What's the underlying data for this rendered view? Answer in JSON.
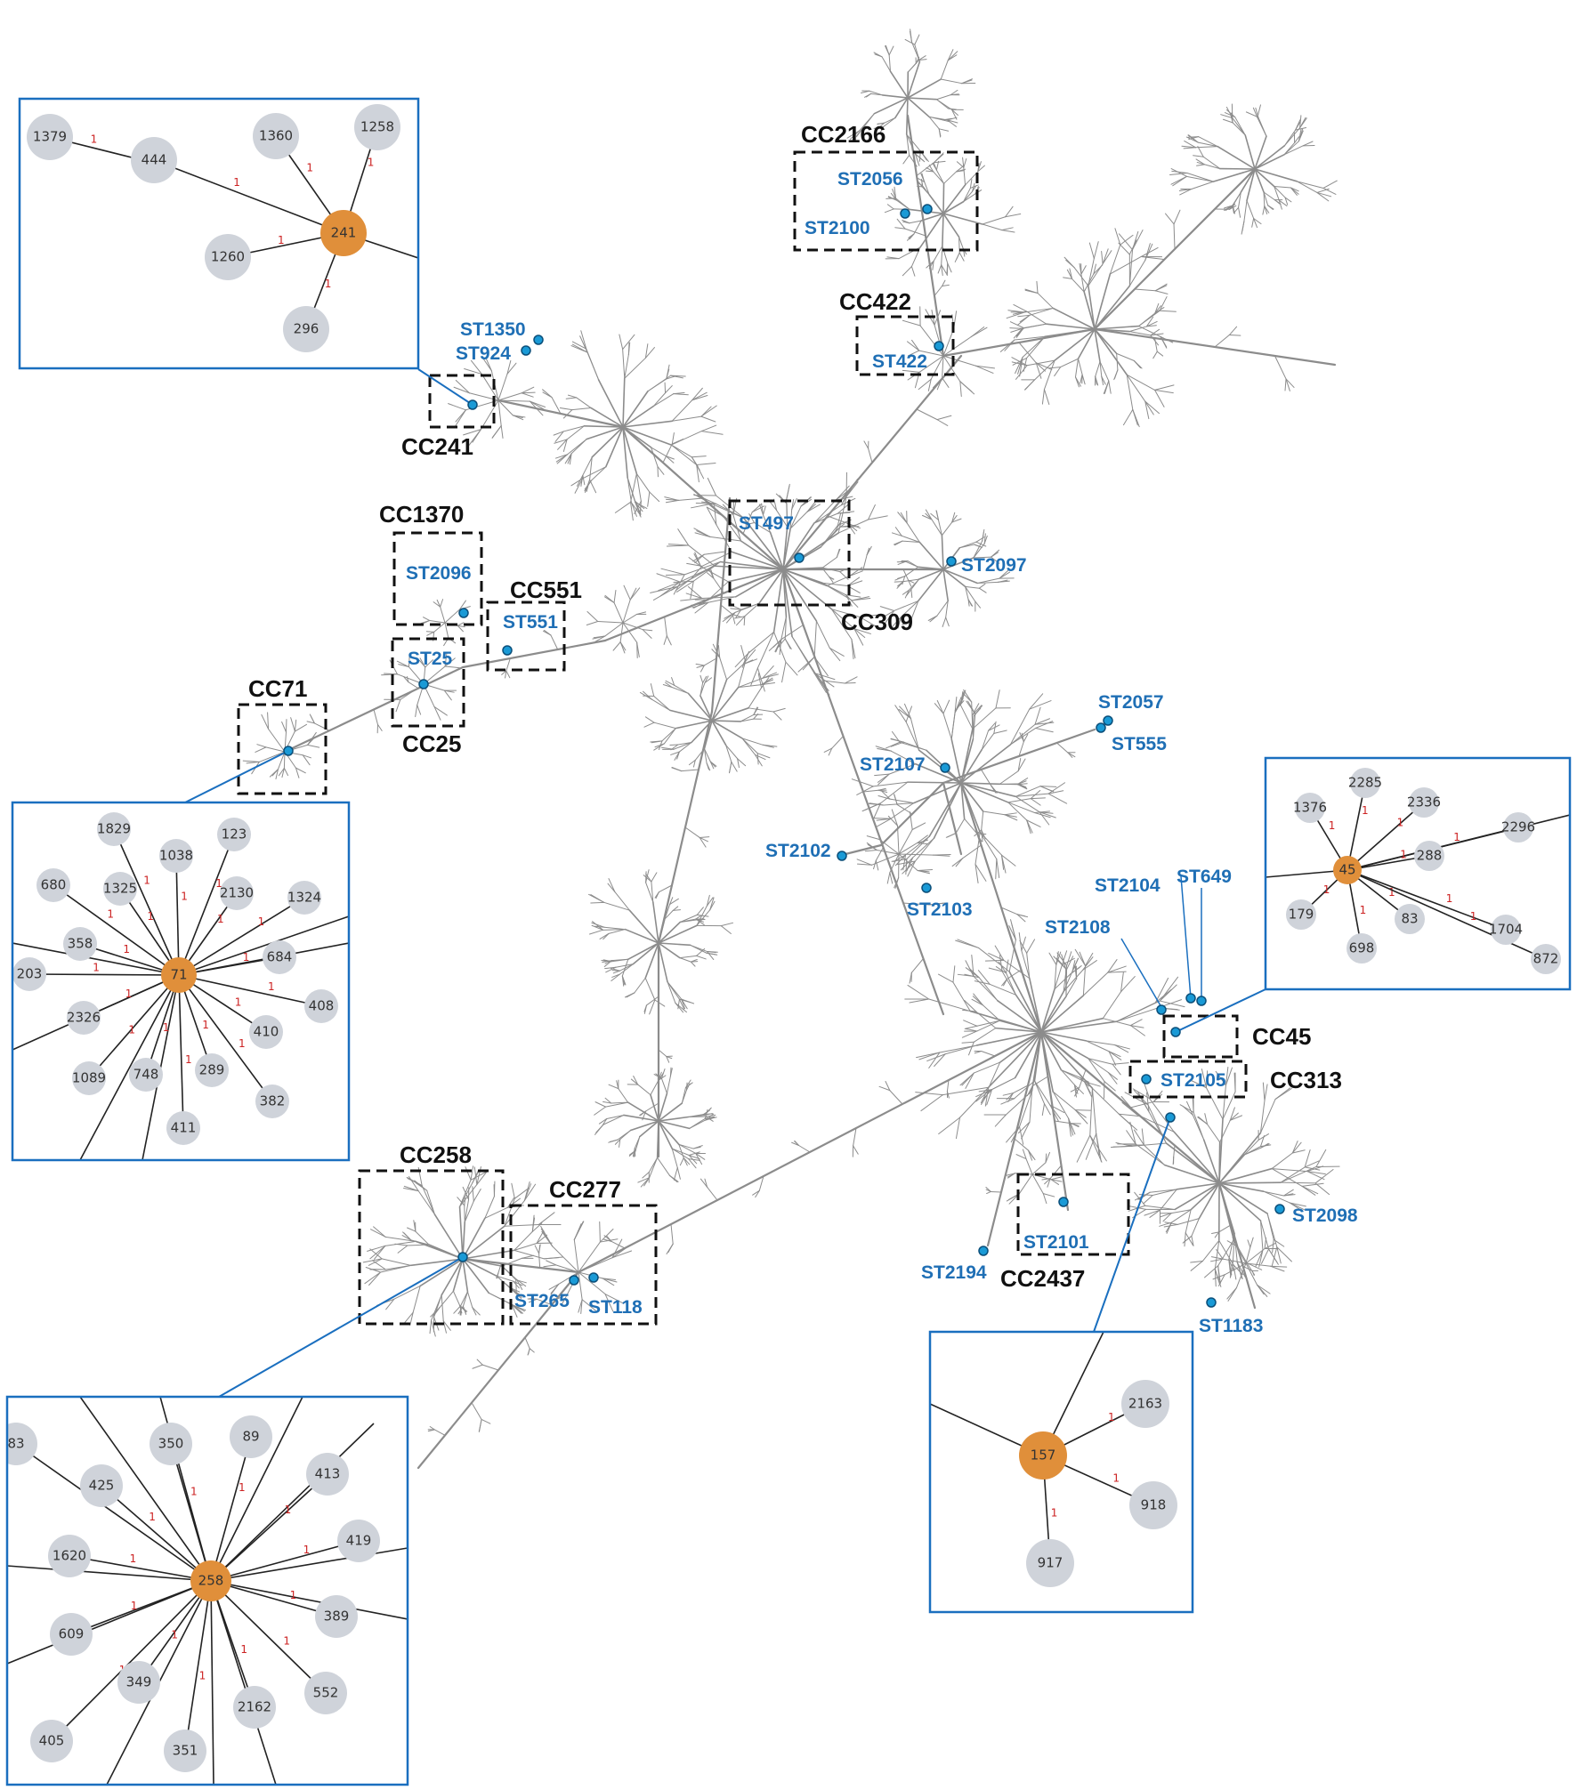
{
  "colors": {
    "tree": "#8c8c8c",
    "label_blue": "#1f6fb5",
    "dot_fill": "#1a9ad6",
    "dot_stroke": "#0b4f7a",
    "inset_border": "#1a6fbf",
    "center_node": "#e08f3a",
    "outer_node": "#cfd3da",
    "weight_text": "#cc2222",
    "cc_text": "#111111"
  },
  "complexes": [
    "CC2166",
    "CC422",
    "CC241",
    "CC1370",
    "CC551",
    "CC309",
    "CC71",
    "CC25",
    "CC45",
    "CC313",
    "CC258",
    "CC277",
    "CC2437"
  ],
  "sequence_types": [
    "ST2056",
    "ST2100",
    "ST422",
    "ST1350",
    "ST924",
    "ST497",
    "ST2097",
    "ST2096",
    "ST551",
    "ST25",
    "ST2057",
    "ST555",
    "ST2107",
    "ST2102",
    "ST2103",
    "ST2104",
    "ST649",
    "ST2108",
    "ST2105",
    "ST2098",
    "ST2101",
    "ST2194",
    "ST1183",
    "ST265",
    "ST118"
  ],
  "insets": {
    "cc241": {
      "center": "241",
      "nodes": [
        "1379",
        "444",
        "1360",
        "1258",
        "1260",
        "296"
      ],
      "weight": "1"
    },
    "cc71": {
      "center": "71",
      "nodes": [
        "1829",
        "1038",
        "123",
        "680",
        "1325",
        "2130",
        "1324",
        "358",
        "684",
        "203",
        "408",
        "2326",
        "410",
        "1089",
        "748",
        "289",
        "382",
        "411"
      ],
      "weight": "1"
    },
    "cc45": {
      "center": "45",
      "nodes": [
        "2285",
        "1376",
        "2336",
        "2296",
        "288",
        "179",
        "83",
        "1704",
        "698",
        "872"
      ],
      "weight": "1"
    },
    "cc258": {
      "center": "258",
      "nodes": [
        "83",
        "350",
        "89",
        "425",
        "413",
        "419",
        "1620",
        "389",
        "609",
        "552",
        "349",
        "2162",
        "405",
        "351"
      ],
      "weight": "1"
    },
    "cc157": {
      "center": "157",
      "nodes": [
        "2163",
        "918",
        "917"
      ],
      "weight": "1"
    }
  }
}
